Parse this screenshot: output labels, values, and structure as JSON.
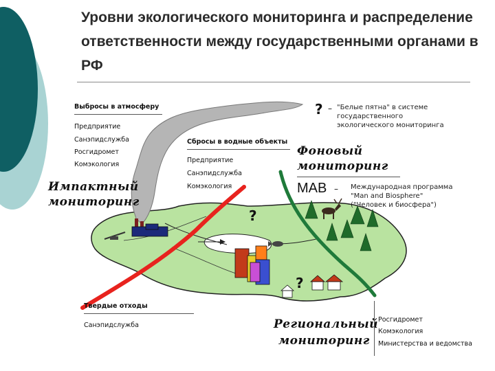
{
  "title": "Уровни экологического мониторинга и распределение ответственности между государственными органами в РФ",
  "atmosphere": {
    "header": "Выбросы в атмосферу",
    "items": [
      "Предприятие",
      "Санэпидслужба",
      "Росгидромет",
      "Комэкология"
    ]
  },
  "water": {
    "header": "Сбросы в водные объекты",
    "items": [
      "Предприятие",
      "Санэпидслужба",
      "Комэкология"
    ]
  },
  "solid_waste": {
    "header": "Твердые отходы",
    "items": [
      "Санэпидслужба"
    ]
  },
  "impact": {
    "line1": "Импактный",
    "line2": "мониторинг"
  },
  "background": {
    "line1": "Фоновый",
    "line2": "мониторинг"
  },
  "regional": {
    "line1": "Региональный",
    "line2": "мониторинг",
    "items": [
      "Росгидромет",
      "Комэкология",
      "Министерства и ведомства"
    ]
  },
  "white_spots": {
    "mark": "?",
    "dash": "–",
    "text": "\"Белые пятна\" в системе\nгосударственного\nэкологического мониторинга"
  },
  "mab": {
    "label": "MAB",
    "dash": "–",
    "text": "Международная программа\n\"Man and Biosphere\"\n(\"Человек и биосфера\")"
  },
  "question_marks": [
    "?",
    "?"
  ],
  "colors": {
    "impact_curve": "#e8231e",
    "background_curve": "#1f7a3a",
    "land": "#b9e3a0",
    "smoke": "#b5b5b5",
    "deco_dark": "#0f5f63",
    "deco_light": "#a9d3d3"
  },
  "icons": [
    "smokestack-factory-icon",
    "city-buildings-icon",
    "house-icon",
    "tree-icon",
    "moose-icon",
    "fish-icon"
  ]
}
